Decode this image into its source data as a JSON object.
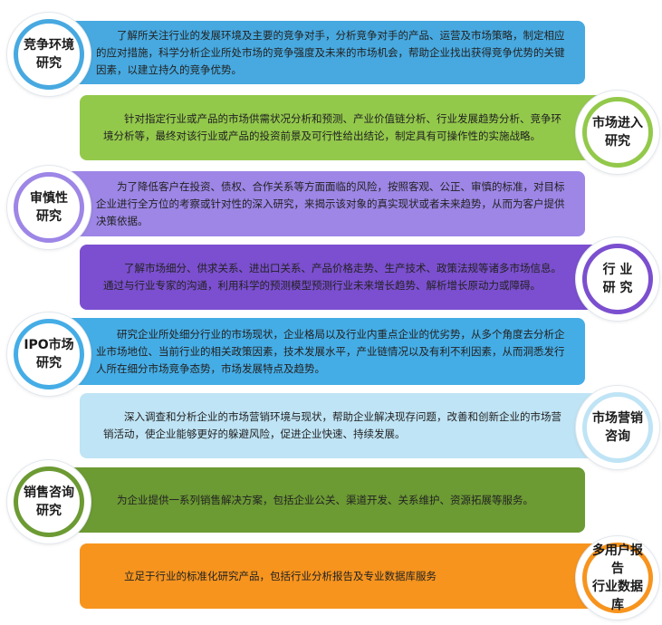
{
  "items": [
    {
      "label": "竞争环境\n研究",
      "text": "了解所关注行业的发展环境及主要的竞争对手，分析竞争对手的产品、运营及市场策略，制定相应的应对措施，科学分析企业所处市场的竞争强度及未来的市场机会，帮助企业找出获得竞争优势的关键因素，以建立持久的竞争优势。",
      "color": "#47a9e0",
      "ring": "#47a9e0",
      "side": "left"
    },
    {
      "label": "市场进入\n研究",
      "text": "针对指定行业或产品的市场供需状况分析和预测、产业价值链分析、行业发展趋势分析、竞争环境分析等，最终对该行业或产品的投资前景及可行性给出结论，制定具有可操作性的实施战略。",
      "color": "#93c94b",
      "ring": "#93c94b",
      "side": "right"
    },
    {
      "label": "审慎性\n研究",
      "text": "为了降低客户在投资、债权、合作关系等方面面临的风险，按照客观、公正、审慎的标准，对目标企业进行全方位的考察或针对性的深入研究，来揭示该对象的真实现状或者未来趋势，从而为客户提供决策依据。",
      "color": "#9d86e6",
      "ring": "#9d86e6",
      "side": "left"
    },
    {
      "label": "行  业\n研  究",
      "text": "了解市场细分、供求关系、进出口关系、产品价格走势、生产技术、政策法规等诸多市场信息。通过与行业专家的沟通，利用科学的预测模型预测行业未来增长趋势、解析增长原动力或障碍。",
      "color": "#7b4fcf",
      "ring": "#7b4fcf",
      "side": "right"
    },
    {
      "label": "IPO市场\n研究",
      "text": "研究企业所处细分行业的市场现状，企业格局以及行业内重点企业的优劣势，从多个角度去分析企业市场地位、当前行业的相关政策因素，技术发展水平，产业链情况以及有利不利因素，从而洞悉发行人所在细分市场竞争态势，市场发展特点及趋势。",
      "color": "#45ade6",
      "ring": "#45ade6",
      "side": "left"
    },
    {
      "label": "市场营销\n咨询",
      "text": "深入调查和分析企业的市场营销环境与现状，帮助企业解决现存问题，改善和创新企业的市场营销活动，使企业能够更好的躲避风险，促进企业快速、持续发展。",
      "color": "#bfe4f5",
      "ring": "#bfe4f5",
      "side": "right"
    },
    {
      "label": "销售咨询\n研究",
      "text": "为企业提供一系列销售解决方案，包括企业公关、渠道开发、关系维护、资源拓展等服务。",
      "color": "#6c9a33",
      "ring": "#6c9a33",
      "side": "left"
    },
    {
      "label": "多用户报告\n行业数据库",
      "text": "立足于行业的标准化研究产品，包括行业分析报告及专业数据库服务",
      "color": "#f7941e",
      "ring": "#f7941e",
      "side": "right"
    }
  ]
}
